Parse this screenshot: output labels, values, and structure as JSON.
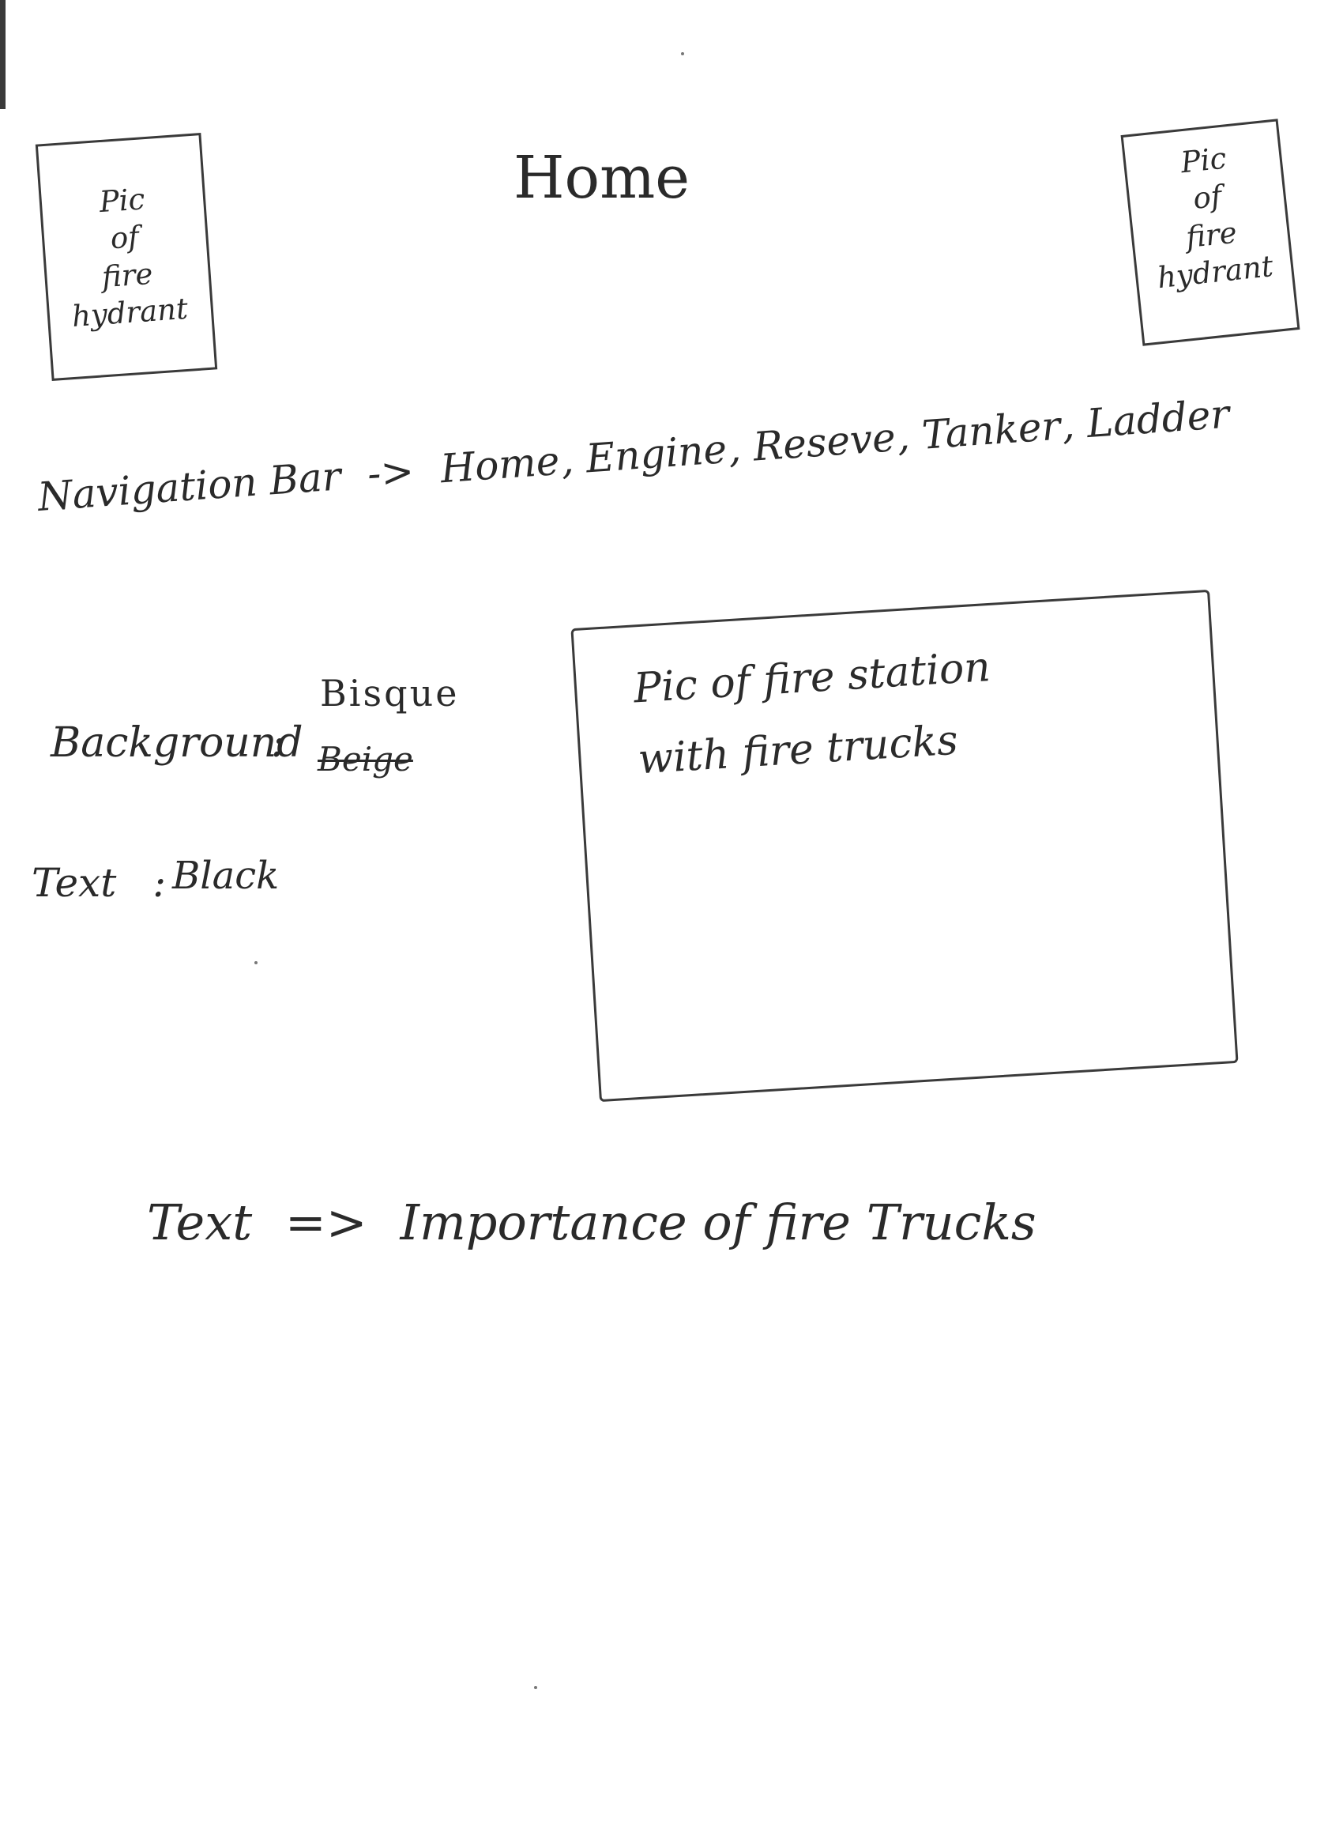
{
  "title": "Home",
  "hydrant_left": {
    "label": [
      "Pic",
      "of",
      "fire",
      "hydrant"
    ]
  },
  "hydrant_right": {
    "label": [
      "Pic",
      "of",
      "fire",
      "hydrant"
    ]
  },
  "navigation": {
    "label": "Navigation Bar",
    "arrow": "->",
    "items": [
      "Home",
      "Engine",
      "Reseve",
      "Tanker",
      "Ladder"
    ]
  },
  "background": {
    "label": "Background",
    "colon": ":",
    "crossed_out": "Beige",
    "value": "Bisque"
  },
  "text_style": {
    "label": "Text",
    "colon": ":",
    "value": "Black"
  },
  "station_image": {
    "line1": "Pic of fire station",
    "line2": "with fire trucks"
  },
  "bottom": {
    "label": "Text",
    "arrow": "=>",
    "content": "Importance of fire Trucks"
  },
  "colors": {
    "ink": "#2a2a2a",
    "paper": "#ffffff"
  }
}
